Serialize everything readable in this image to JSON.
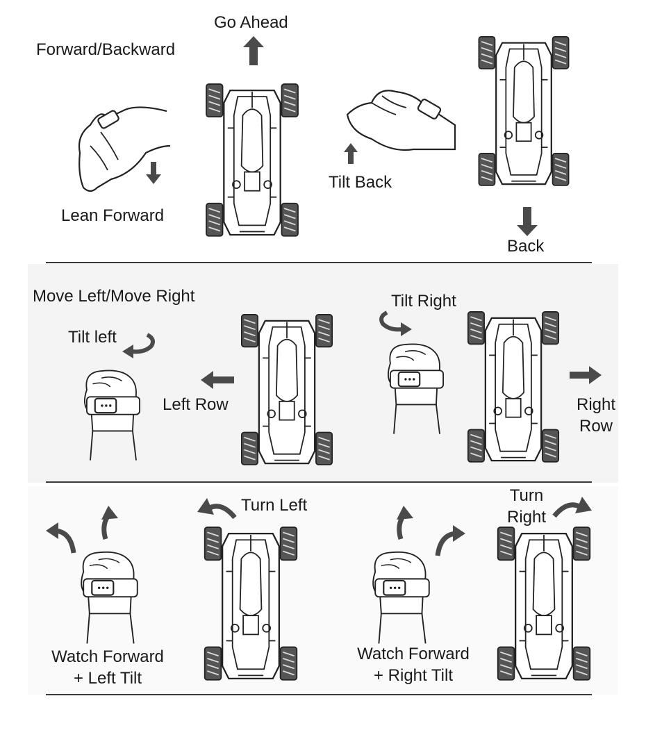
{
  "sections": {
    "forward_backward": {
      "title": "Forward/Backward",
      "go_ahead": "Go Ahead",
      "lean_forward": "Lean Forward",
      "tilt_back": "Tilt Back",
      "back": "Back"
    },
    "left_right": {
      "title": "Move Left/Move Right",
      "tilt_left": "Tilt left",
      "left_row": "Left Row",
      "tilt_right": "Tilt Right",
      "right_row_line1": "Right",
      "right_row_line2": "Row"
    },
    "turning": {
      "turn_left": "Turn Left",
      "turn_right_line1": "Turn",
      "turn_right_line2": "Right",
      "watch_forward_left_line1": "Watch Forward",
      "watch_forward_left_line2": "+ Left Tilt",
      "watch_forward_right_line1": "Watch Forward",
      "watch_forward_right_line2": "+ Right Tilt"
    }
  },
  "colors": {
    "ink": "#1a1a1a",
    "arrow": "#4a4a4a",
    "rule": "#3a3a3a"
  },
  "icons": [
    "car-top-view-icon",
    "hand-gesture-icon",
    "arrow-icon",
    "rotate-arrow-icon",
    "curved-arrow-icon"
  ]
}
